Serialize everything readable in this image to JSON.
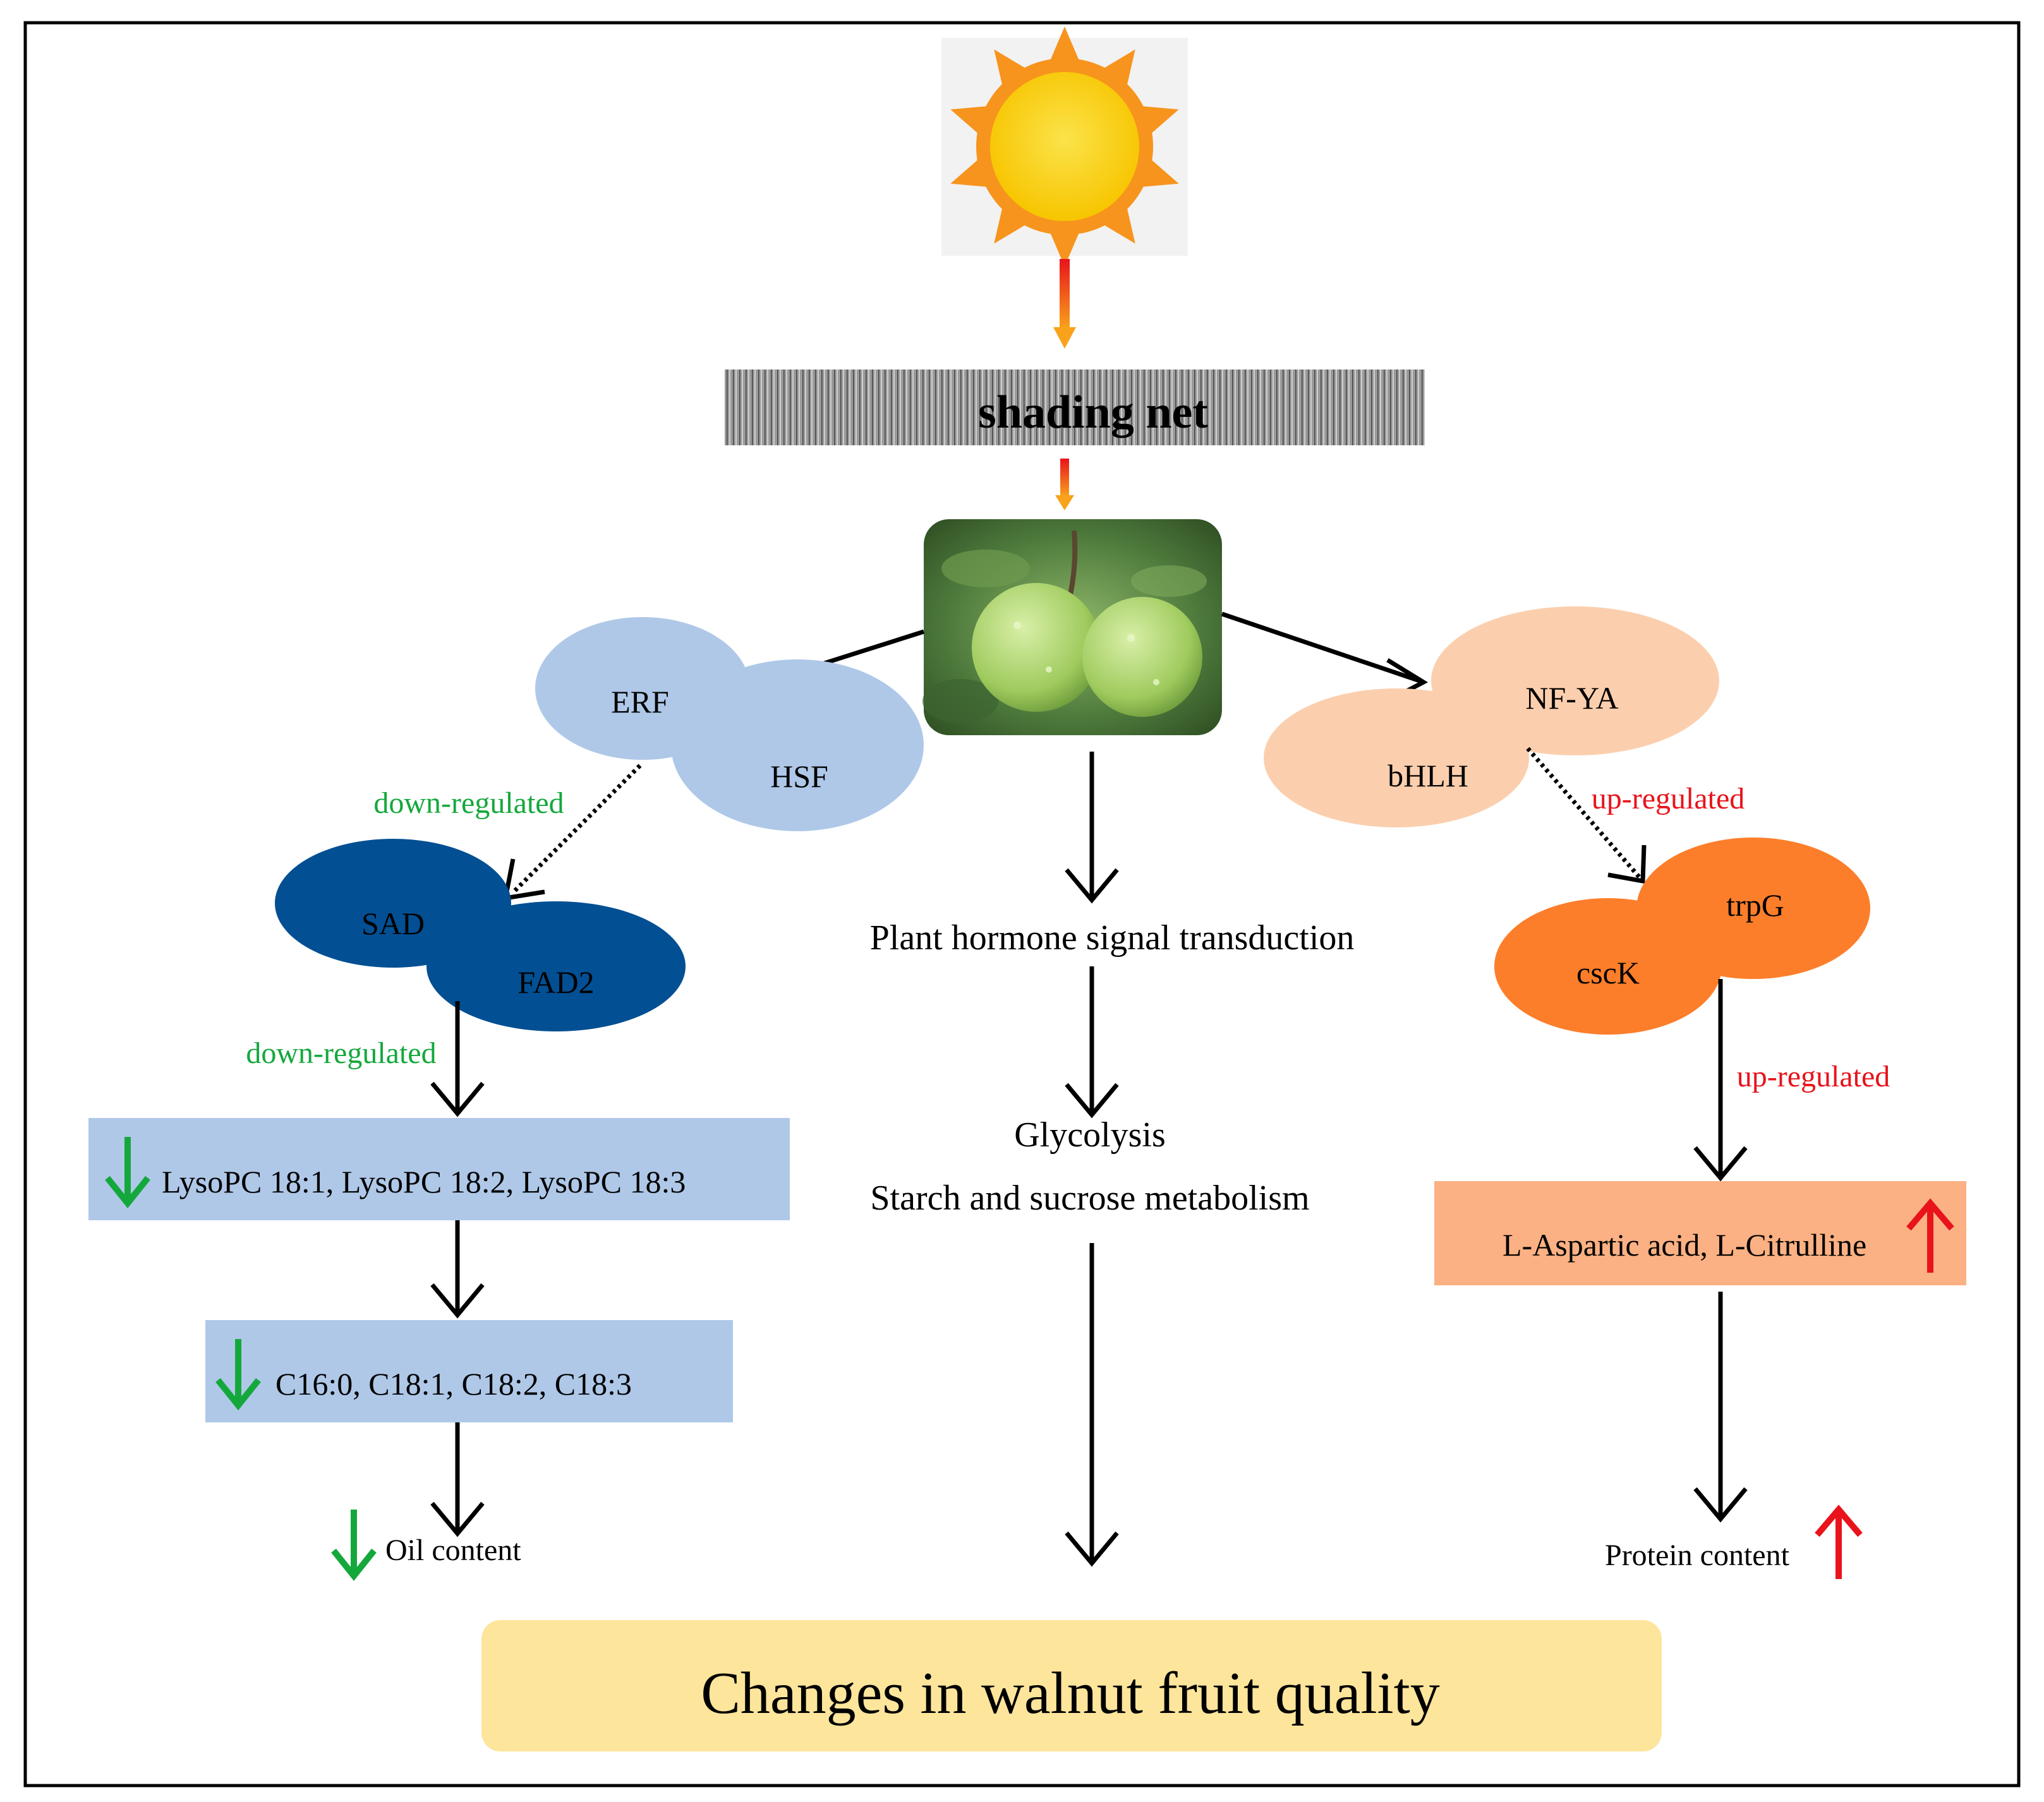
{
  "shading_net": {
    "label": "shading net"
  },
  "left_branch": {
    "tf_1": "ERF",
    "tf_2": "HSF",
    "regulation_1": "down-regulated",
    "gene_1": "SAD",
    "gene_2": "FAD2",
    "regulation_2": "down-regulated",
    "metabolites_1": "LysoPC 18:1, LysoPC 18:2, LysoPC 18:3",
    "metabolites_2": "C16:0, C18:1, C18:2, C18:3",
    "outcome": "Oil content"
  },
  "center_branch": {
    "pathway_1": "Plant hormone signal transduction",
    "pathway_2": "Glycolysis",
    "pathway_3": "Starch and sucrose metabolism"
  },
  "right_branch": {
    "tf_1": "NF-YA",
    "tf_2": "bHLH",
    "regulation_1": "up-regulated",
    "gene_1": "trpG",
    "gene_2": "cscK",
    "regulation_2": "up-regulated",
    "metabolites": "L-Aspartic acid, L-Citrulline",
    "outcome": "Protein content"
  },
  "final": {
    "label": "Changes in walnut fruit quality"
  },
  "colors": {
    "light_blue": "#afc8e8",
    "dark_blue": "#034f93",
    "peach": "#fbcfae",
    "orange": "#fd7e2a",
    "salmon_box": "#fbb183",
    "yellow_box": "#fde59b",
    "green_text": "#14a83c",
    "red_text": "#e8131b",
    "sun_orange": "#f7941d",
    "sun_yellow": "#f9d800"
  },
  "icons": {
    "down_arrow": "green-down-arrow-icon",
    "up_arrow": "red-up-arrow-icon",
    "sun": "sun-icon",
    "fruit": "walnut-fruit-photo"
  }
}
